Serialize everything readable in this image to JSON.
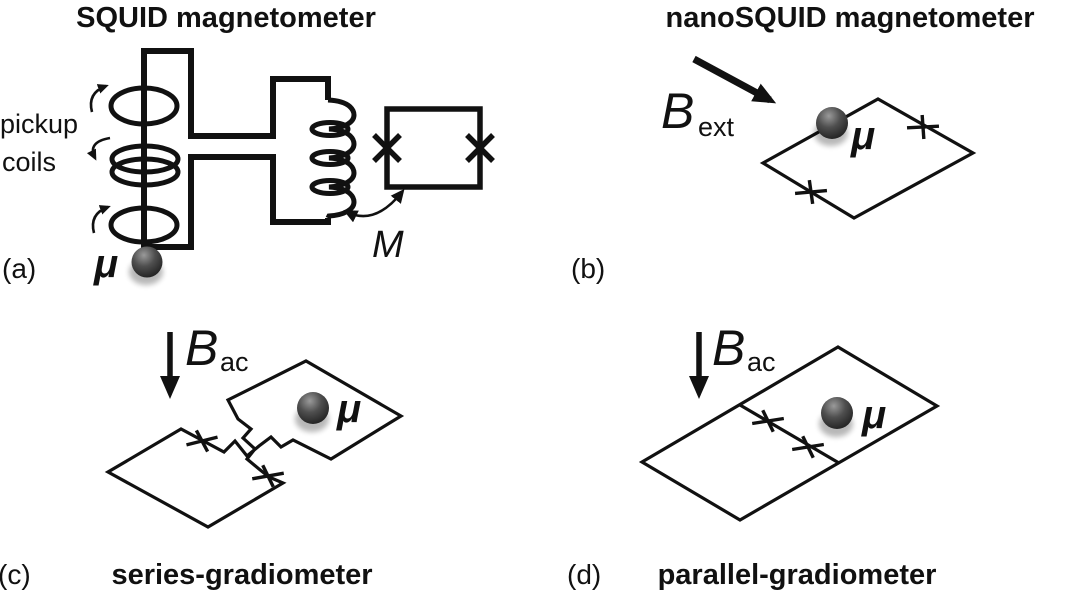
{
  "figure": {
    "description": "Four-panel schematic comparing SQUID magnetometer sensing geometries for a magnetic moment"
  },
  "panels": {
    "a": {
      "label": "(a)",
      "title": "SQUID magnetometer",
      "pickup_label_line1": "pickup",
      "pickup_label_line2": "coils",
      "moment_symbol": "μ",
      "mutual_inductance_symbol": "M"
    },
    "b": {
      "label": "(b)",
      "title": "nanoSQUID magnetometer",
      "field_symbol": "B",
      "field_subscript": "ext",
      "moment_symbol": "μ"
    },
    "c": {
      "label": "(c)",
      "title": "series-gradiometer",
      "field_symbol": "B",
      "field_subscript": "ac",
      "moment_symbol": "μ"
    },
    "d": {
      "label": "(d)",
      "title": "parallel-gradiometer",
      "field_symbol": "B",
      "field_subscript": "ac",
      "moment_symbol": "μ"
    }
  },
  "colors": {
    "line": "#111111",
    "background": "#ffffff",
    "sphere_highlight": "#9a9a9a",
    "sphere_mid": "#4f4f4f",
    "sphere_dark": "#1c1c1c"
  }
}
